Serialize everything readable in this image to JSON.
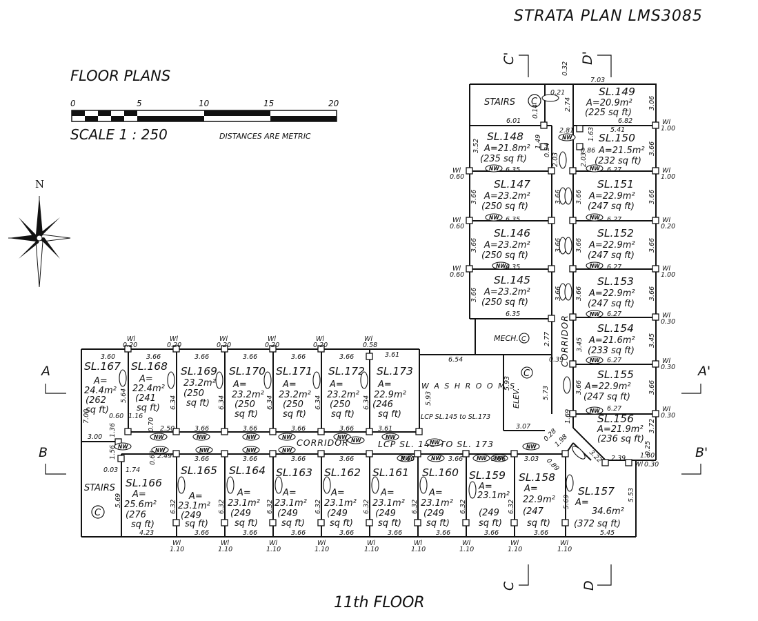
{
  "header": {
    "title": "STRATA PLAN LMS3085"
  },
  "legend": {
    "heading": "FLOOR PLANS",
    "ticks": [
      "0",
      "5",
      "10",
      "15",
      "20"
    ],
    "scale_label": "SCALE   1  :  250",
    "note": "DISTANCES ARE METRIC"
  },
  "compass": {
    "label": "N"
  },
  "floor_label": "11th FLOOR",
  "sections": {
    "A": "A",
    "A_prime": "A'",
    "B": "B",
    "B_prime": "B'",
    "C_top": "C'",
    "D_top": "D'",
    "C_bottom": "C",
    "D_bottom": "D"
  },
  "rooms": {
    "stairs_top": "STAIRS",
    "stairs_left": "STAIRS",
    "common_mark": "C",
    "mech": "MECH.",
    "elev": "ELEV.",
    "washrooms": "W A S H R O O M S",
    "washrooms_lcp": "LCP SL.145 to SL.173",
    "corridor_vertical": "CORRIDOR",
    "corridor_horizontal": "CORRIDOR",
    "corridor_lcp": "LCP SL. 145 TO SL. 173"
  },
  "nw_label": "NW",
  "lots": {
    "sl149": {
      "name": "SL.149",
      "area": "A=20.9m²",
      "sqft": "(225 sq ft)"
    },
    "sl148": {
      "name": "SL.148",
      "area": "A=21.8m²",
      "sqft": "(235 sq ft)"
    },
    "sl150": {
      "name": "SL.150",
      "area": "A=21.5m²",
      "sqft": "(232 sq ft)"
    },
    "sl147": {
      "name": "SL.147",
      "area": "A=23.2m²",
      "sqft": "(250 sq ft)"
    },
    "sl151": {
      "name": "SL.151",
      "area": "A=22.9m²",
      "sqft": "(247 sq ft)"
    },
    "sl146": {
      "name": "SL.146",
      "area": "A=23.2m²",
      "sqft": "(250 sq ft)"
    },
    "sl152": {
      "name": "SL.152",
      "area": "A=22.9m²",
      "sqft": "(247 sq ft)"
    },
    "sl145": {
      "name": "SL.145",
      "area": "A=23.2m²",
      "sqft": "(250 sq ft)"
    },
    "sl153": {
      "name": "SL.153",
      "area": "A=22.9m²",
      "sqft": "(247 sq ft)"
    },
    "sl154": {
      "name": "SL.154",
      "area": "A=21.6m²",
      "sqft": "(233 sq ft)"
    },
    "sl155": {
      "name": "SL.155",
      "area": "A=22.9m²",
      "sqft": "(247 sq ft)"
    },
    "sl156": {
      "name": "SL.156",
      "area": "A=21.9m²",
      "sqft": "(236 sq ft)"
    },
    "sl157": {
      "name": "SL.157",
      "area": "A=",
      "area2": "34.6m²",
      "sqft": "(372 sq ft)"
    },
    "sl158": {
      "name": "SL.158",
      "area": "A=",
      "area2": "22.9m²",
      "sqft": "(247",
      "sqft2": "sq ft)"
    },
    "sl159": {
      "name": "SL.159",
      "area": "A=",
      "area2": "23.1m²",
      "sqft": "(249",
      "sqft2": "sq ft)"
    },
    "sl160": {
      "name": "SL.160",
      "area": "A=",
      "area2": "23.1m²",
      "sqft": "(249",
      "sqft2": "sq ft)"
    },
    "sl161": {
      "name": "SL.161",
      "area": "A=",
      "area2": "23.1m²",
      "sqft": "(249",
      "sqft2": "sq ft)"
    },
    "sl162": {
      "name": "SL.162",
      "area": "A=",
      "area2": "23.1m²",
      "sqft": "(249",
      "sqft2": "sq ft)"
    },
    "sl163": {
      "name": "SL.163",
      "area": "A=",
      "area2": "23.1m²",
      "sqft": "(249",
      "sqft2": "sq ft)"
    },
    "sl164": {
      "name": "SL.164",
      "area": "A=",
      "area2": "23.1m²",
      "sqft": "(249",
      "sqft2": "sq ft)"
    },
    "sl165": {
      "name": "SL.165",
      "area": "A=",
      "area2": "23.1m²",
      "sqft": "(249",
      "sqft2": "sq ft)"
    },
    "sl166": {
      "name": "SL.166",
      "area": "A=",
      "area2": "25.6m²",
      "sqft": "(276",
      "sqft2": "sq ft)"
    },
    "sl167": {
      "name": "SL.167",
      "area": "A=",
      "area2": "24.4m²",
      "sqft": "(262",
      "sqft2": "sq ft)"
    },
    "sl168": {
      "name": "SL.168",
      "area": "A=",
      "area2": "22.4m²",
      "sqft": "(241",
      "sqft2": "sq ft)"
    },
    "sl169": {
      "name": "SL.169",
      "area": "A=",
      "area2": "23.2m²",
      "sqft": "(250",
      "sqft2": "sq ft)"
    },
    "sl170": {
      "name": "SL.170",
      "area": "A=",
      "area2": "23.2m²",
      "sqft": "(250",
      "sqft2": "sq ft)"
    },
    "sl171": {
      "name": "SL.171",
      "area": "A=",
      "area2": "23.2m²",
      "sqft": "(250",
      "sqft2": "sq ft)"
    },
    "sl172": {
      "name": "SL.172",
      "area": "A=",
      "area2": "23.2m²",
      "sqft": "(250",
      "sqft2": "sq ft)"
    },
    "sl173": {
      "name": "SL.173",
      "area": "A=",
      "area2": "22.9m²",
      "sqft": "(246",
      "sqft2": "sq ft)"
    }
  },
  "dims": {
    "d_703": "7.03",
    "d_032": "0.32",
    "d_021": "0.21",
    "d_274": "2.74",
    "d_306": "3.06",
    "d_601": "6.01",
    "d_682": "6.82",
    "d_541": "5.41",
    "d_014": "0.14",
    "d_149": "1.49",
    "d_281": "2.81",
    "d_163": "1.63",
    "d_086": "0.86",
    "d_352": "3.52",
    "d_034": "0.34",
    "d_203a": "2.03",
    "d_203b": "2.03",
    "d_635a": "6.35",
    "d_627a": "6.27",
    "d_366r1": "3.66",
    "d_366l1": "3.66",
    "d_366c1": "3.66",
    "d_366c2": "3.66",
    "d_635b": "6.35",
    "d_627b": "6.27",
    "d_366l2": "3.66",
    "d_366c3": "3.66",
    "d_366c4": "3.66",
    "d_366r2": "3.66",
    "d_635c": "6.35",
    "d_627c": "6.27",
    "d_366l3": "3.66",
    "d_366c5": "3.66",
    "d_366c6": "3.66",
    "d_366r3": "3.66",
    "d_635d": "6.35",
    "d_627d": "6.27",
    "d_277": "2.77",
    "d_345a": "3.45",
    "d_345b": "3.45",
    "d_627e": "6.27",
    "d_039": "0.39",
    "d_366c7": "3.66",
    "d_366r4": "3.66",
    "d_627f": "6.27",
    "d_169": "1.69",
    "d_372": "3.72",
    "d_025": "0.25",
    "d_028": "0.28",
    "d_198": "1.98",
    "d_322": "3.22",
    "d_239": "2.39",
    "d_160": "1.60",
    "d_089": "0.89",
    "d_303": "3.03",
    "d_569r": "5.69",
    "d_553": "5.53",
    "d_545": "5.45",
    "d_654": "6.54",
    "d_593a": "5.93",
    "d_593b": "5.93",
    "d_573": "5.73",
    "d_307": "3.07",
    "d_360": "3.60",
    "d_366t1": "3.66",
    "d_366t2": "3.66",
    "d_366t3": "3.66",
    "d_366t4": "3.66",
    "d_366t5": "3.66",
    "d_361t": "3.61",
    "d_700": "7.00",
    "d_564": "5.64",
    "d_634a": "6.34",
    "d_634b": "6.34",
    "d_634c": "6.34",
    "d_634d": "6.34",
    "d_634e": "6.34",
    "d_060": "0.60",
    "d_116": "1.16",
    "d_070": "0.70",
    "d_250": "2.50",
    "d_300": "3.00",
    "d_136": "1.36",
    "d_156": "1.56",
    "d_063": "0.63",
    "d_249": "2.49",
    "d_003": "0.03",
    "d_174": "1.74",
    "d_366m1": "3.66",
    "d_366m2": "3.66",
    "d_366m3": "3.66",
    "d_366m4": "3.66",
    "d_366m5": "3.66",
    "d_361m": "3.61",
    "d_366h1": "3.66",
    "d_366h2": "3.66",
    "d_366h3": "3.66",
    "d_366h4": "3.66",
    "d_366h5": "3.66",
    "d_366h6": "3.66",
    "d_366h7": "3.66",
    "d_366h8": "3.66",
    "d_569l": "5.69",
    "d_423": "4.23",
    "d_632a": "6.32",
    "d_632b": "6.32",
    "d_632c": "6.32",
    "d_632d": "6.32",
    "d_632e": "6.32",
    "d_632f": "6.32",
    "d_632g": "6.32",
    "d_632h": "6.32",
    "d_366b1": "3.66",
    "d_366b2": "3.66",
    "d_366b3": "3.66",
    "d_366b4": "3.66",
    "d_366b5": "3.66",
    "d_366b6": "3.66",
    "d_366b7": "3.66",
    "d_366b8": "3.66"
  },
  "wall_markers": {
    "wl": "Wl",
    "r1": "1.00",
    "r2": "1.00",
    "r3": "0.20",
    "r4": "1.00",
    "r5": "0.30",
    "r6": "0.30",
    "r7": "0.30",
    "l1": "0.60",
    "l2": "0.60",
    "l3": "0.60",
    "t1": "0.20",
    "t2": "0.20",
    "t3": "0.20",
    "t4": "0.20",
    "t5": "0.20",
    "t6": "0.58",
    "b1": "1.10",
    "b2": "1.10",
    "b3": "1.10",
    "b4": "1.10",
    "b5": "1.10",
    "b6": "1.10",
    "b7": "1.10",
    "b8": "1.10",
    "b9": "1.10",
    "e1": "0.30"
  }
}
